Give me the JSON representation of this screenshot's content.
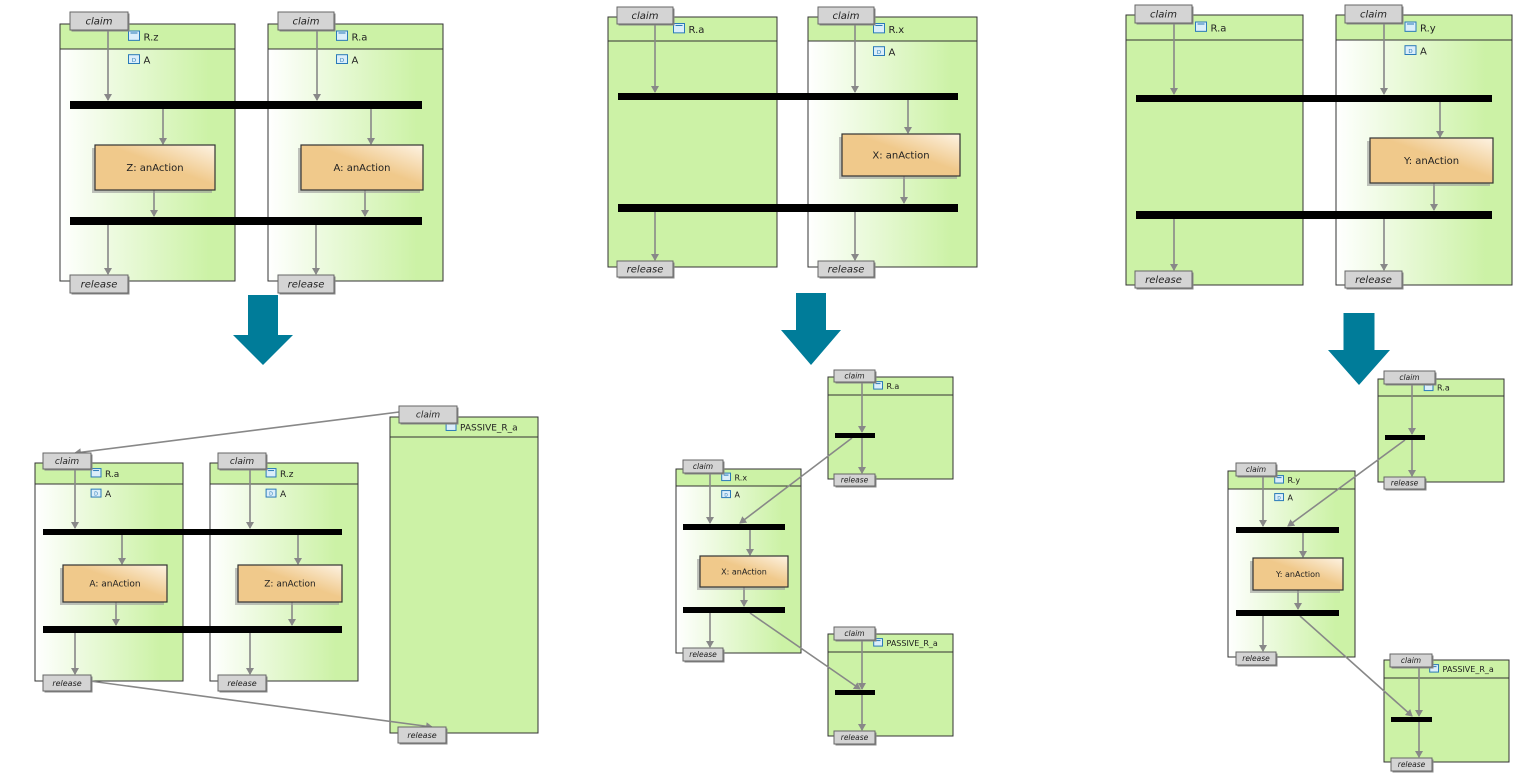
{
  "tags": {
    "claim": "claim",
    "release": "release"
  },
  "colors": {
    "partition_green": "#ccf2a6",
    "action_fill": "#f0c98b",
    "tag_fill": "#d4d4d4",
    "bar": "#000000",
    "flow_arrow": "#888888",
    "transform_arrow": "#007c99"
  },
  "diagrams": [
    {
      "before": {
        "partitions": [
          {
            "name": "R.z",
            "sub": "A",
            "action": "Z: anAction"
          },
          {
            "name": "R.a",
            "sub": "A",
            "action": "A: anAction"
          }
        ]
      },
      "after": {
        "partitions": [
          {
            "name": "R.a",
            "sub": "A",
            "action": "A: anAction"
          },
          {
            "name": "R.z",
            "sub": "A",
            "action": "Z: anAction"
          },
          {
            "name": "PASSIVE_R_a"
          }
        ]
      }
    },
    {
      "before": {
        "partitions": [
          {
            "name": "R.a"
          },
          {
            "name": "R.x",
            "sub": "A",
            "action": "X: anAction"
          }
        ]
      },
      "after": {
        "partitions": [
          {
            "name": "R.a"
          },
          {
            "name": "R.x",
            "sub": "A",
            "action": "X: anAction"
          },
          {
            "name": "PASSIVE_R_a"
          }
        ]
      }
    },
    {
      "before": {
        "partitions": [
          {
            "name": "R.a"
          },
          {
            "name": "R.y",
            "sub": "A",
            "action": "Y: anAction"
          }
        ]
      },
      "after": {
        "partitions": [
          {
            "name": "R.a"
          },
          {
            "name": "R.y",
            "sub": "A",
            "action": "Y: anAction"
          },
          {
            "name": "PASSIVE_R_a"
          }
        ]
      }
    }
  ]
}
